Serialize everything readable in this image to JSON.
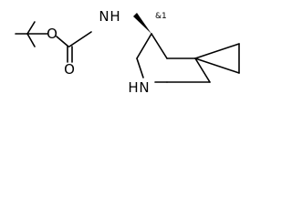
{
  "molecule": {
    "atoms": {
      "carbonyl_o": "O",
      "ester_o": "O",
      "amide_n": "N",
      "amide_h": "H",
      "ring_n": "N",
      "ring_h": "H"
    },
    "stereo_label": "&1"
  }
}
